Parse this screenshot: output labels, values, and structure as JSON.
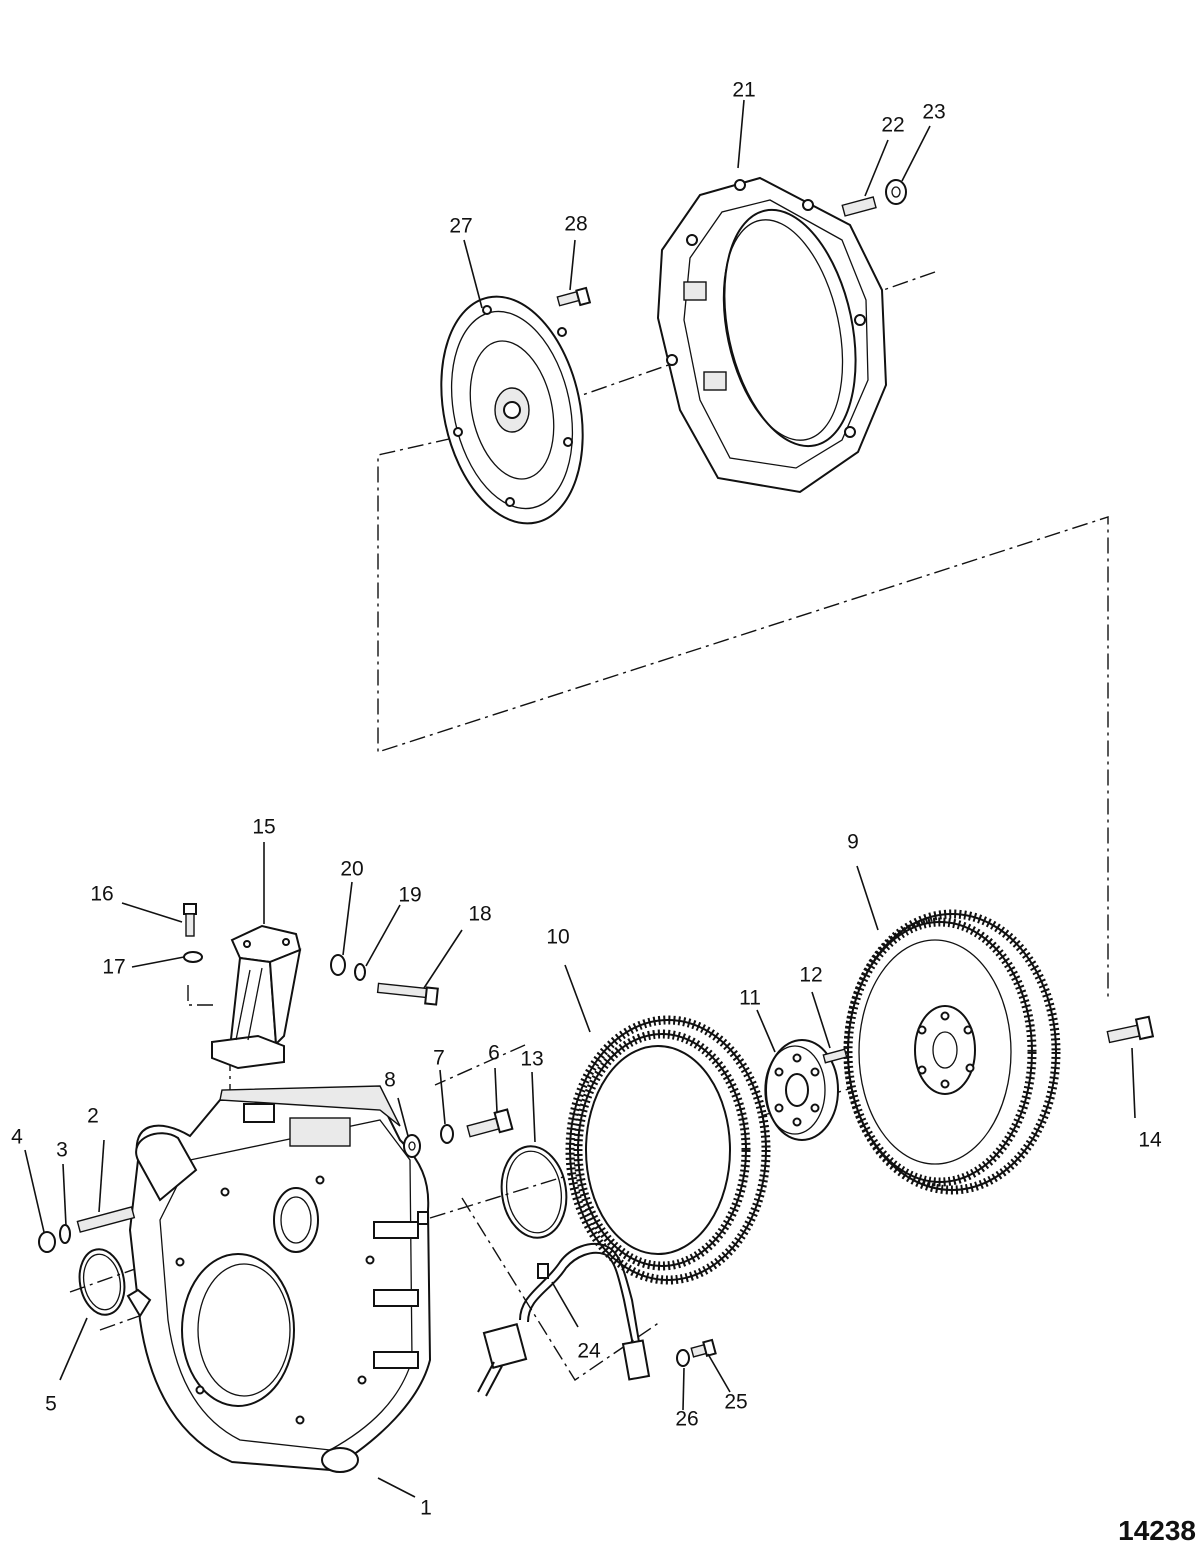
{
  "figure_number": "14238",
  "callouts": [
    {
      "id": "c1",
      "text": "1"
    },
    {
      "id": "c2",
      "text": "2"
    },
    {
      "id": "c3",
      "text": "3"
    },
    {
      "id": "c4",
      "text": "4"
    },
    {
      "id": "c5",
      "text": "5"
    },
    {
      "id": "c6",
      "text": "6"
    },
    {
      "id": "c7",
      "text": "7"
    },
    {
      "id": "c8",
      "text": "8"
    },
    {
      "id": "c9",
      "text": "9"
    },
    {
      "id": "c10",
      "text": "10"
    },
    {
      "id": "c11",
      "text": "11"
    },
    {
      "id": "c12",
      "text": "12"
    },
    {
      "id": "c13",
      "text": "13"
    },
    {
      "id": "c14",
      "text": "14"
    },
    {
      "id": "c15",
      "text": "15"
    },
    {
      "id": "c16",
      "text": "16"
    },
    {
      "id": "c17",
      "text": "17"
    },
    {
      "id": "c18",
      "text": "18"
    },
    {
      "id": "c19",
      "text": "19"
    },
    {
      "id": "c20",
      "text": "20"
    },
    {
      "id": "c21",
      "text": "21"
    },
    {
      "id": "c22",
      "text": "22"
    },
    {
      "id": "c23",
      "text": "23"
    },
    {
      "id": "c24",
      "text": "24"
    },
    {
      "id": "c25",
      "text": "25"
    },
    {
      "id": "c26",
      "text": "26"
    },
    {
      "id": "c27",
      "text": "27"
    },
    {
      "id": "c28",
      "text": "28"
    }
  ]
}
